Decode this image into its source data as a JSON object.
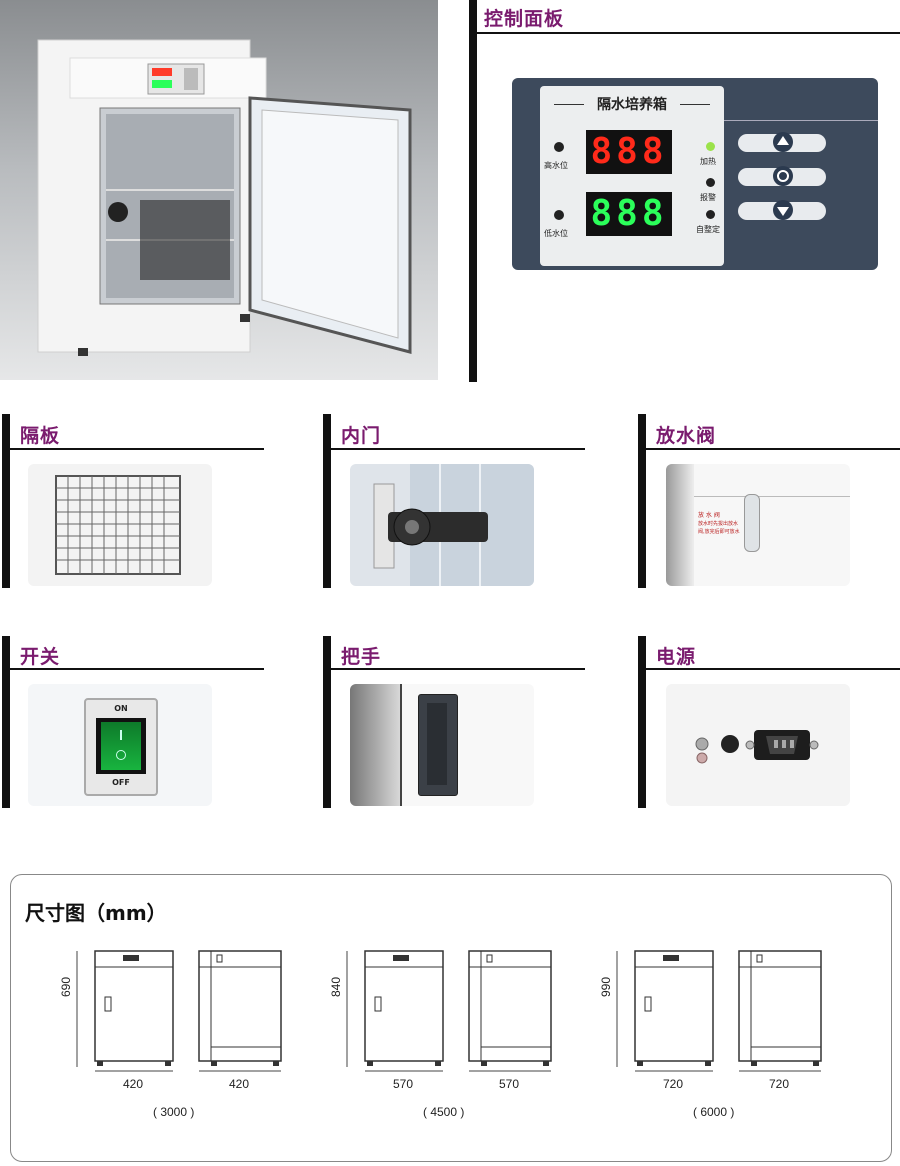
{
  "sections": {
    "control_panel": "控制面板",
    "shelf": "隔板",
    "inner_door": "内门",
    "drain_valve": "放水阀",
    "switch": "开关",
    "handle": "把手",
    "power": "电源"
  },
  "panel": {
    "name": "隔水培养箱",
    "high_water": "高水位",
    "low_water": "低水位",
    "heating": "加热",
    "alarm": "报警",
    "self_tune": "自整定",
    "display_top": "888",
    "display_bottom": "888"
  },
  "switch": {
    "on": "ON",
    "off": "OFF"
  },
  "drain": {
    "label": "放 水 阀",
    "note1": "放水时先拔出放水",
    "note2": "阀,放完后即可放水"
  },
  "dimensions": {
    "title": "尺寸图（mm）",
    "models": [
      {
        "height": "690",
        "width_front": "420",
        "width_side": "420",
        "model": "( 3000 )"
      },
      {
        "height": "840",
        "width_front": "570",
        "width_side": "570",
        "model": "( 4500 )"
      },
      {
        "height": "990",
        "width_front": "720",
        "width_side": "720",
        "model": "( 6000 )"
      }
    ]
  },
  "colors": {
    "title": "#7a1b6e",
    "red_led": "#ff2a1a",
    "green_led": "#2bff5a"
  }
}
